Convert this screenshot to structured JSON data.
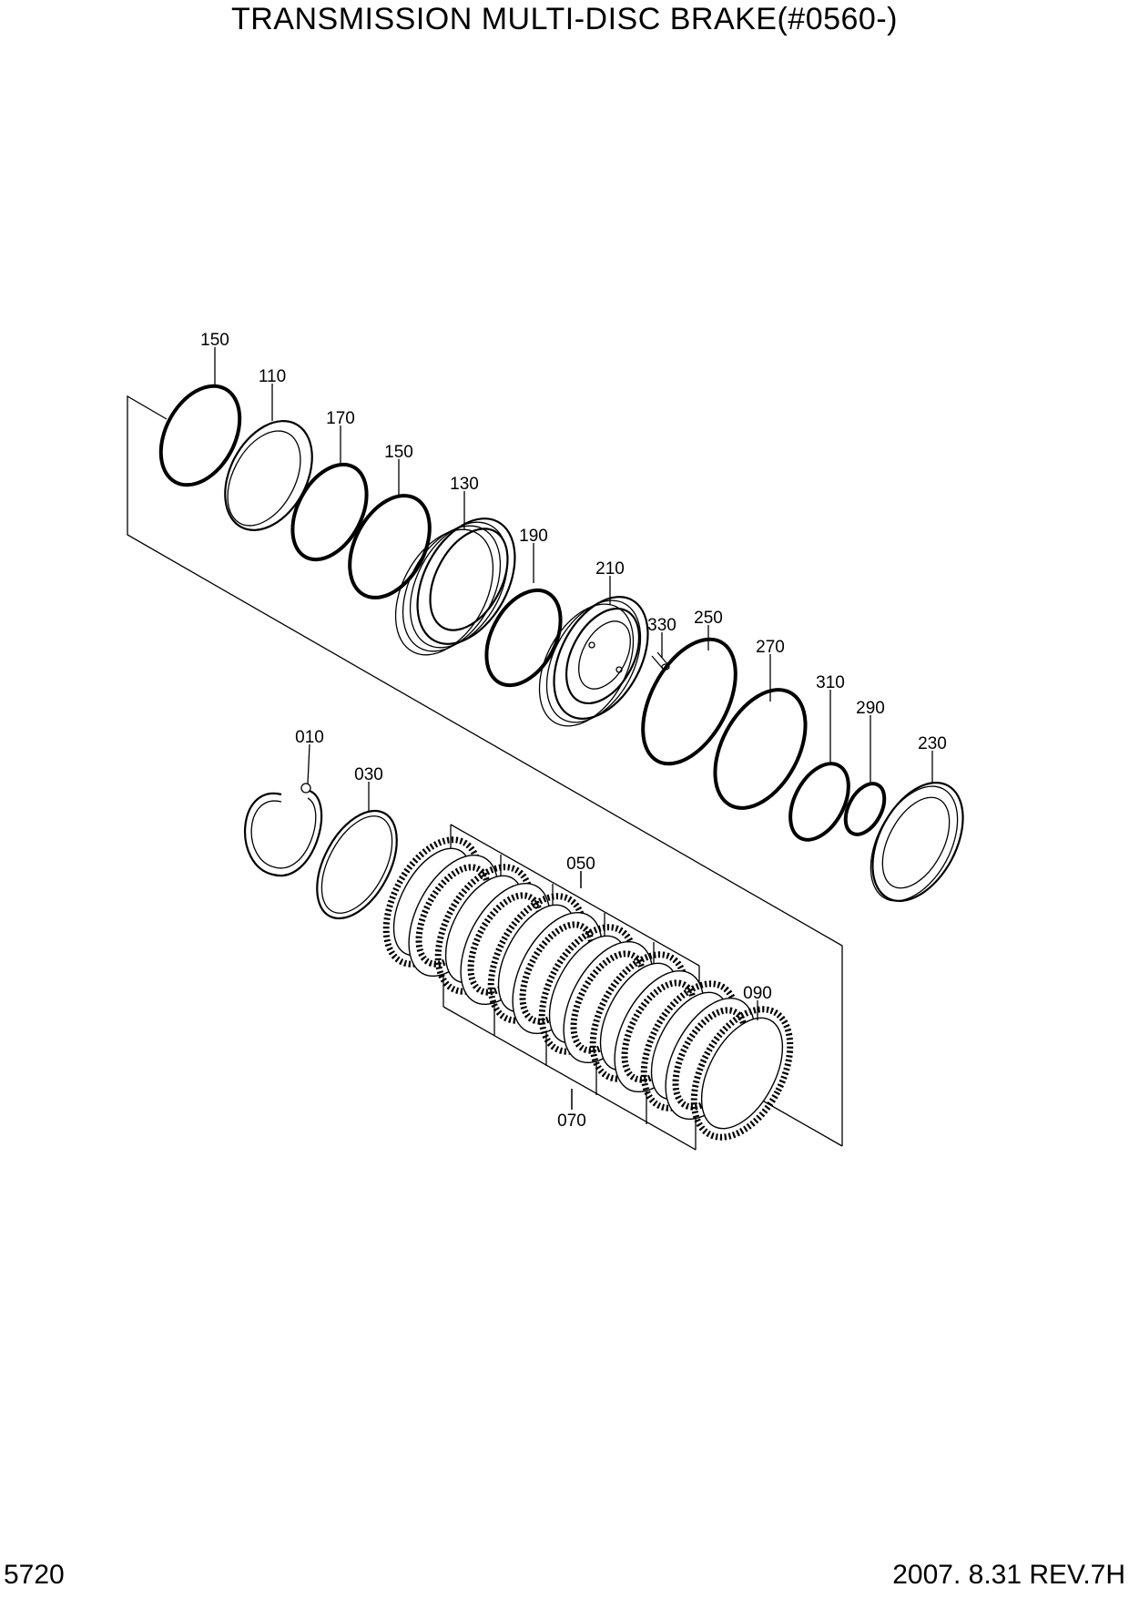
{
  "title": "TRANSMISSION MULTI-DISC BRAKE(#0560-)",
  "page_number": "5720",
  "revision": "2007.  8.31  REV.7H",
  "callouts": [
    {
      "id": "c150a",
      "text": "150"
    },
    {
      "id": "c110",
      "text": "110"
    },
    {
      "id": "c170",
      "text": "170"
    },
    {
      "id": "c150b",
      "text": "150"
    },
    {
      "id": "c130",
      "text": "130"
    },
    {
      "id": "c190",
      "text": "190"
    },
    {
      "id": "c210",
      "text": "210"
    },
    {
      "id": "c330",
      "text": "330"
    },
    {
      "id": "c250",
      "text": "250"
    },
    {
      "id": "c270",
      "text": "270"
    },
    {
      "id": "c310",
      "text": "310"
    },
    {
      "id": "c290",
      "text": "290"
    },
    {
      "id": "c230",
      "text": "230"
    },
    {
      "id": "c010",
      "text": "010"
    },
    {
      "id": "c030",
      "text": "030"
    },
    {
      "id": "c050",
      "text": "050"
    },
    {
      "id": "c090",
      "text": "090"
    },
    {
      "id": "c070",
      "text": "070"
    }
  ]
}
